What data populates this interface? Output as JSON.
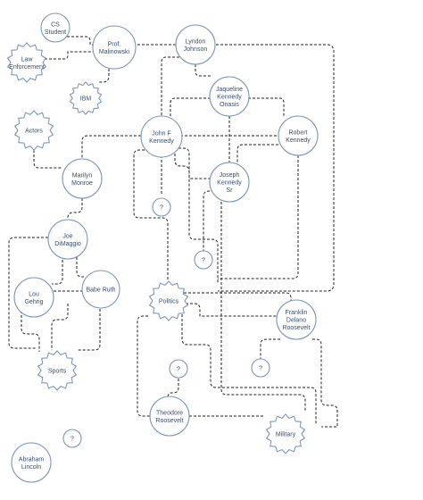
{
  "nodes": [
    {
      "id": "cs",
      "label": [
        "CS",
        "Student"
      ],
      "shape": "circle"
    },
    {
      "id": "prof",
      "label": [
        "Prof.",
        "Malinowski"
      ],
      "shape": "circle"
    },
    {
      "id": "lyndon",
      "label": [
        "Lyndon",
        "Johnson"
      ],
      "shape": "circle"
    },
    {
      "id": "law",
      "label": [
        "Law",
        "Enforcement"
      ],
      "shape": "star"
    },
    {
      "id": "ibm",
      "label": [
        "IBM"
      ],
      "shape": "star"
    },
    {
      "id": "jackie",
      "label": [
        "Jaqueline",
        "Kennedy",
        "Onasis"
      ],
      "shape": "circle"
    },
    {
      "id": "actors",
      "label": [
        "Actors"
      ],
      "shape": "star"
    },
    {
      "id": "jfk",
      "label": [
        "John F",
        "Kennedy"
      ],
      "shape": "circle"
    },
    {
      "id": "robert",
      "label": [
        "Robert",
        "Kennedy"
      ],
      "shape": "circle"
    },
    {
      "id": "marilyn",
      "label": [
        "Marilyn",
        "Monroe"
      ],
      "shape": "circle"
    },
    {
      "id": "joseph",
      "label": [
        "Joseph",
        "Kennedy",
        "Sr"
      ],
      "shape": "circle"
    },
    {
      "id": "q1",
      "label": [
        "?"
      ],
      "shape": "circle"
    },
    {
      "id": "joe",
      "label": [
        "Joe",
        "DiMaggio"
      ],
      "shape": "circle"
    },
    {
      "id": "q2",
      "label": [
        "?"
      ],
      "shape": "circle"
    },
    {
      "id": "lou",
      "label": [
        "Lou",
        "Gehrig"
      ],
      "shape": "circle"
    },
    {
      "id": "babe",
      "label": [
        "Babe Ruth"
      ],
      "shape": "circle"
    },
    {
      "id": "politics",
      "label": [
        "Politics"
      ],
      "shape": "star"
    },
    {
      "id": "franklin",
      "label": [
        "Franklin",
        "Delano",
        "Roosevelt"
      ],
      "shape": "circle"
    },
    {
      "id": "sports",
      "label": [
        "Sports"
      ],
      "shape": "star"
    },
    {
      "id": "q3",
      "label": [
        "?"
      ],
      "shape": "circle"
    },
    {
      "id": "q4",
      "label": [
        "?"
      ],
      "shape": "circle"
    },
    {
      "id": "theodore",
      "label": [
        "Theodore",
        "Roosevelt"
      ],
      "shape": "circle"
    },
    {
      "id": "military",
      "label": [
        "Military"
      ],
      "shape": "star"
    },
    {
      "id": "abraham",
      "label": [
        "Abraham",
        "Lincoln"
      ],
      "shape": "circle"
    },
    {
      "id": "q5",
      "label": [
        "?"
      ],
      "shape": "circle"
    }
  ]
}
